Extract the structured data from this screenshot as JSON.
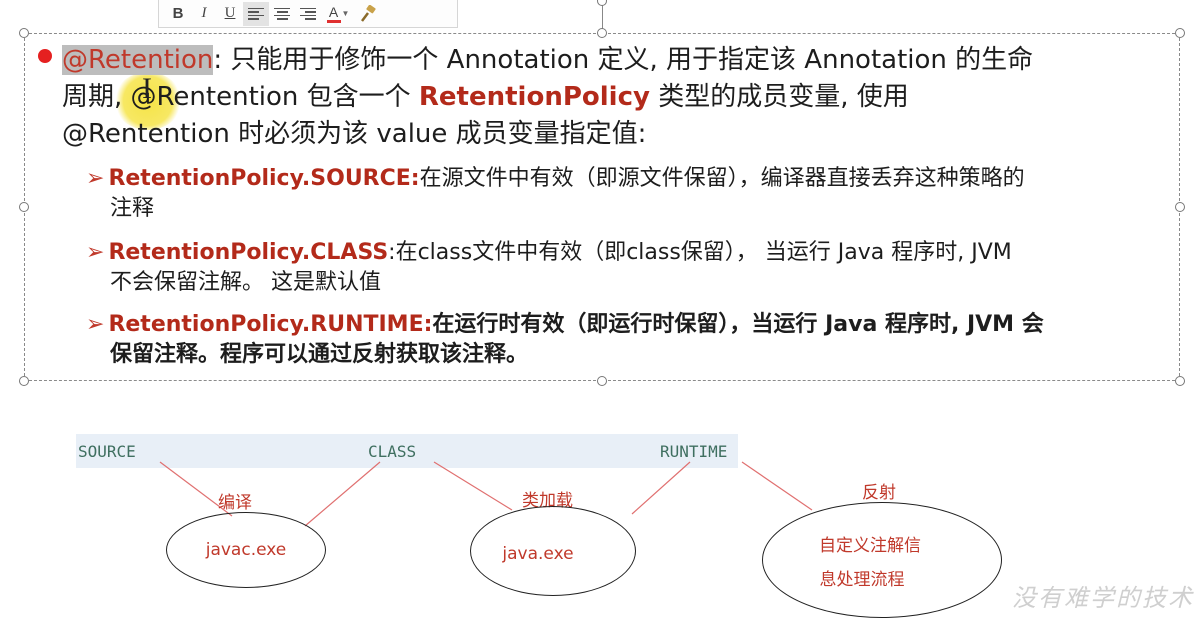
{
  "toolbar": {
    "buttons": [
      {
        "name": "bold-button",
        "label": "B"
      },
      {
        "name": "italic-button",
        "label": "I"
      },
      {
        "name": "underline-button",
        "label": "U"
      }
    ],
    "font_color_label": "A"
  },
  "main": {
    "retention": "@Retention",
    "line1": ": 只能用于修饰一个 Annotation 定义, 用于指定该 Annotation 的生命",
    "line2_a": "周期, @Rentention 包含一个 ",
    "policy": "RetentionPolicy",
    "line2_b": " 类型的成员变量, 使用",
    "line3": "@Rentention 时必须为该 value 成员变量指定值:"
  },
  "bullets": [
    {
      "arrow": "➢",
      "name": "RetentionPolicy.SOURCE:",
      "desc": "在源文件中有效（即源文件保留），编译器直接丢弃这种策略的",
      "desc2": "注释"
    },
    {
      "arrow": "➢",
      "name": "RetentionPolicy.CLASS",
      "desc": ":在class文件中有效（即class保留）， 当运行 Java 程序时, JVM",
      "desc2": "不会保留注解。 这是默认值"
    },
    {
      "arrow": "➢",
      "name": "RetentionPolicy.RUNTIME:",
      "desc": "在运行时有效（即运行时保留），当运行 Java 程序时, JVM 会",
      "desc2": "保留注释。程序可以通过反射获取该注释。"
    }
  ],
  "diagram": {
    "timeline": [
      "SOURCE",
      "CLASS",
      "RUNTIME"
    ],
    "stages": [
      "编译",
      "类加载",
      "反射"
    ],
    "nodes": [
      "javac.exe",
      "java.exe",
      "自定义注解信",
      "息处理流程"
    ]
  },
  "watermark": "没有难学的技术",
  "colors": {
    "accent": "#b32a1a",
    "bullet": "#e52020",
    "timeline_bg": "#e8eff7",
    "timeline_text": "#3f6f60"
  }
}
